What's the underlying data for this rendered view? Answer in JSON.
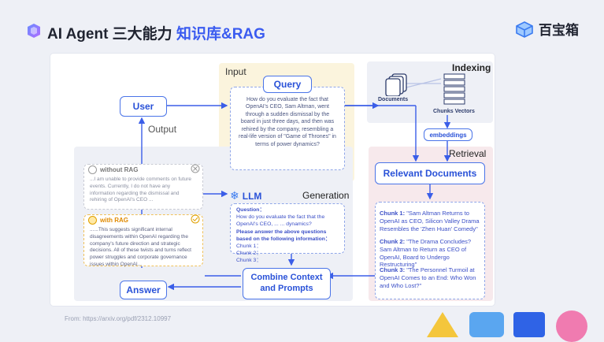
{
  "header": {
    "title_prefix": "AI Agent 三大能力",
    "title_highlight": "知识库&RAG",
    "brand": "百宝箱"
  },
  "regions": {
    "input": "Input",
    "output": "Output",
    "indexing": "Indexing",
    "retrieval": "Retrieval",
    "generation": "Generation"
  },
  "nodes": {
    "query": "Query",
    "user": "User",
    "llm": "LLM",
    "relevant_documents": "Relevant Documents",
    "combine_line1": "Combine Context",
    "combine_line2": "and Prompts",
    "answer": "Answer",
    "embeddings": "embeddings",
    "documents": "Documents",
    "chunks_vectors": "Chunks Vectors"
  },
  "query_text": "How do you evaluate the fact that OpenAI's CEO, Sam Altman, went through a sudden dismissal by the board in just three days, and then was rehired by the company, resembling a real-life version of \"Game of Thrones\" in terms of power dynamics?",
  "without_rag": {
    "label": "without RAG",
    "text": "...I am unable to provide comments on future events. Currently, I do not have any information regarding the dismissal and rehiring of OpenAI's CEO ..."
  },
  "with_rag": {
    "label": "with RAG",
    "text": "......This suggests significant internal disagreements within OpenAI regarding the company's future direction and strategic decisions. All of these twists and turns reflect power struggles and corporate governance issues within OpenAI..."
  },
  "llm_prompt": {
    "q_label": "Question：",
    "q_text": "How do you evaluate the fact that the OpenAI's CEO, ... ... dynamics?",
    "instruction": "Please answer the above questions based on the following information：",
    "c1": "Chunk 1：",
    "c2": "Chunk 2：",
    "c3": "Chunk 3："
  },
  "chunks": [
    {
      "label": "Chunk 1:",
      "text": "\"Sam Altman Returns to OpenAI as CEO, Silicon Valley Drama Resembles the 'Zhen Huan' Comedy\""
    },
    {
      "label": "Chunk 2:",
      "text": "\"The Drama Concludes? Sam Altman to Return as CEO of OpenAI, Board to Undergo Restructuring\""
    },
    {
      "label": "Chunk 3:",
      "text": "\"The Personnel Turmoil at OpenAI Comes to an End: Who Won and Who Lost?\""
    }
  ],
  "footer": "From:  https://arxiv.org/pdf/2312.10997",
  "colors": {
    "accent": "#3a5bf0",
    "box_border": "#4a74e8"
  }
}
